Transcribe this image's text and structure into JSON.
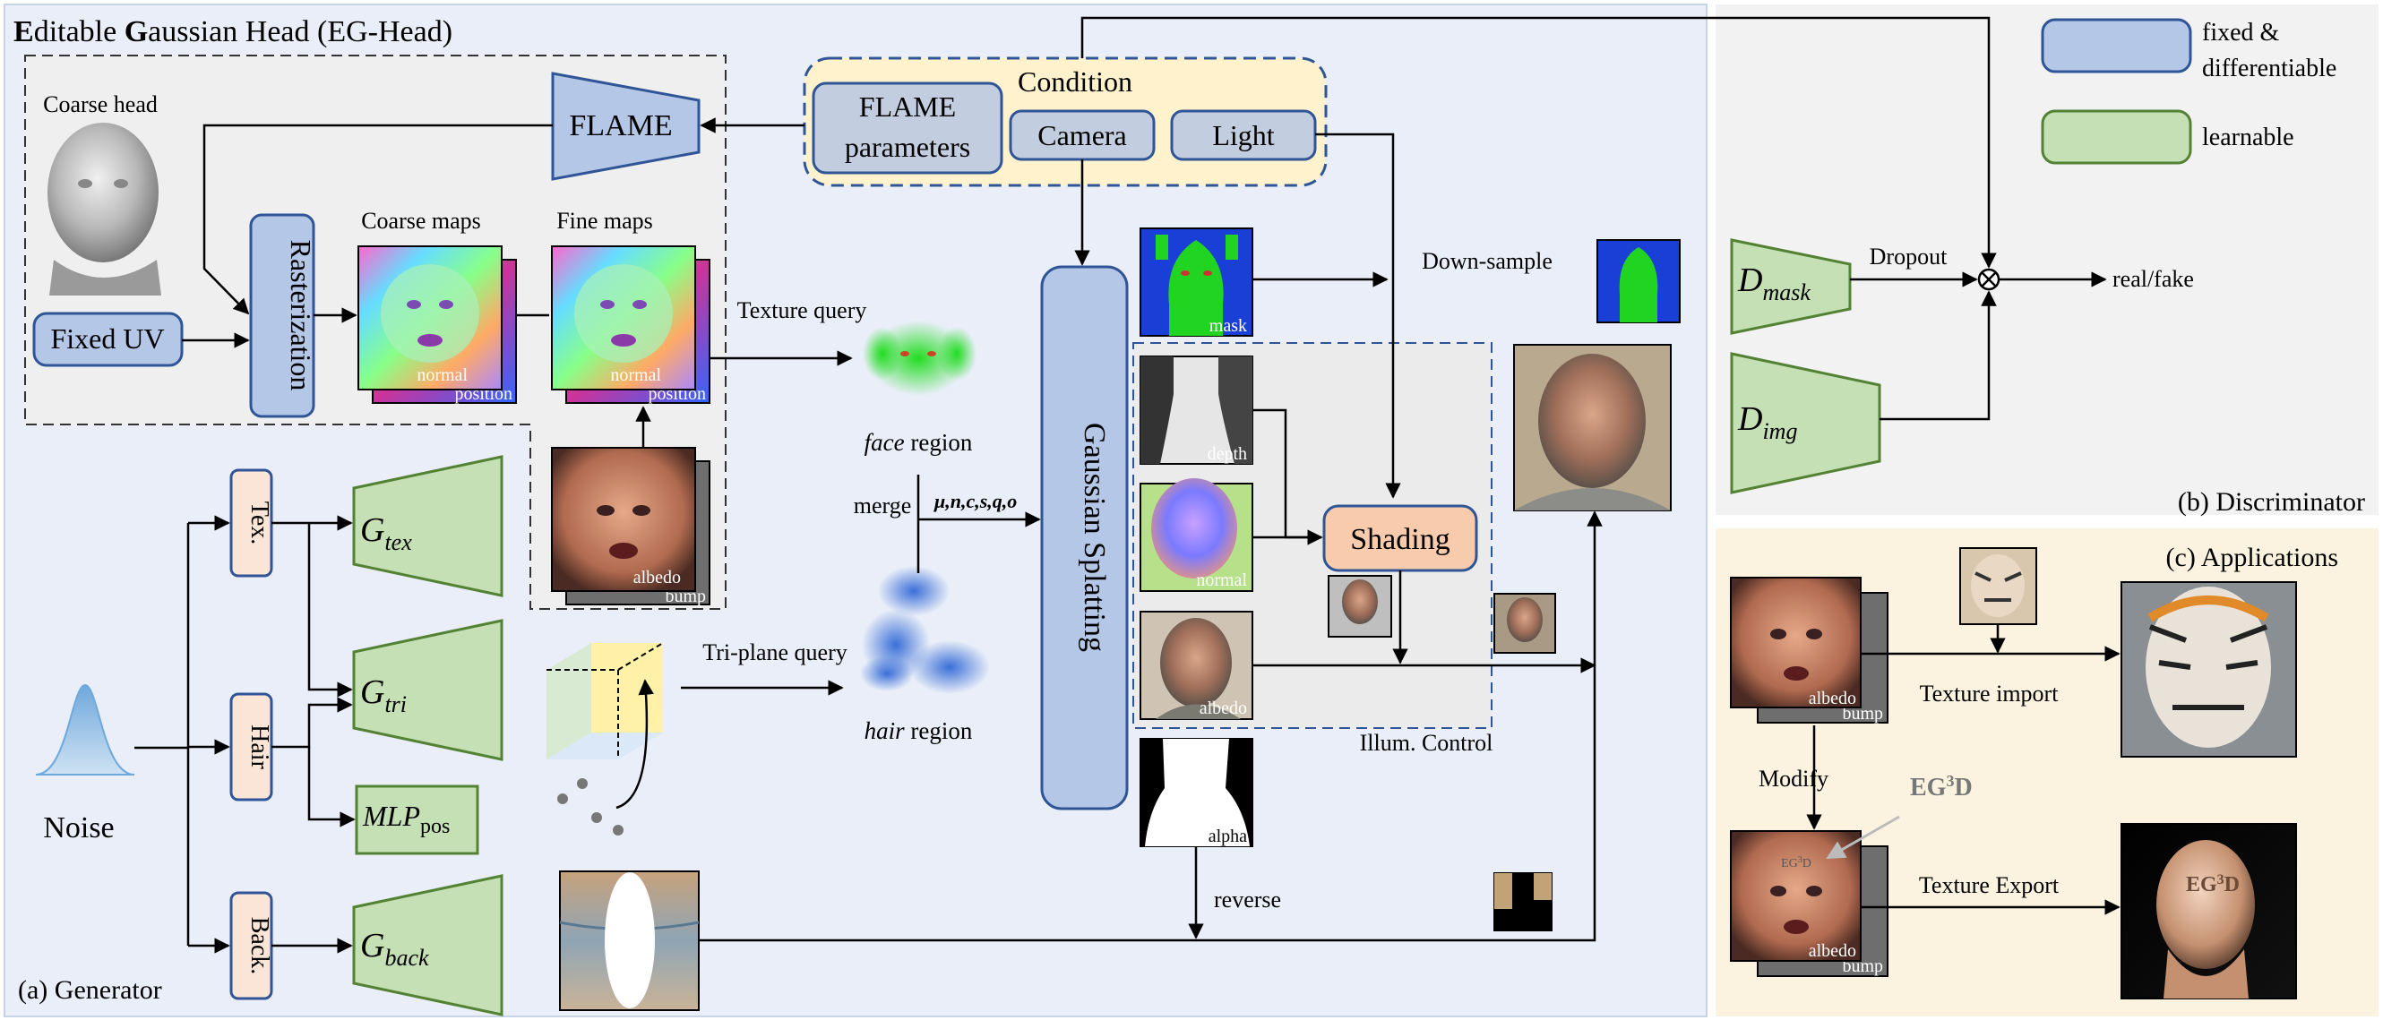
{
  "title_prefix_1": "E",
  "title_rest_1": "ditable ",
  "title_prefix_2": "G",
  "title_rest_2": "aussian Head (EG-Head)",
  "condition": {
    "title": "Condition",
    "flame_params_line1": "FLAME",
    "flame_params_line2": "parameters",
    "camera": "Camera",
    "light": "Light"
  },
  "flame": "FLAME",
  "coarse_head": "Coarse head",
  "fixed_uv": "Fixed UV",
  "rasterization": "Rasterization",
  "coarse_maps": "Coarse maps",
  "fine_maps": "Fine maps",
  "map_labels": {
    "normal": "normal",
    "position": "position",
    "albedo": "albedo",
    "bump": "bump"
  },
  "texture_query": "Texture query",
  "face_region_italic": "face",
  "face_region_rest": " region",
  "merge": "merge",
  "gaussian_attrs": "μ,n,c,s,q,o",
  "hair_region_italic": "hair",
  "hair_region_rest": " region",
  "triplane_query": "Tri-plane query",
  "gaussian_splatting": "Gaussian Splatting",
  "image_labels": {
    "mask": "mask",
    "depth": "depth",
    "normal": "normal",
    "albedo": "albedo",
    "alpha": "alpha"
  },
  "down_sample": "Down-sample",
  "shading": "Shading",
  "illum_control": "Illum. Control",
  "reverse": "reverse",
  "generator": "(a) Generator",
  "noise": "Noise",
  "branches": {
    "tex": "Tex.",
    "hair": "Hair",
    "back": "Back."
  },
  "generators": {
    "g_tex": {
      "main": "G",
      "sub": "tex"
    },
    "g_tri": {
      "main": "G",
      "sub": "tri"
    },
    "mlp_pos": {
      "main": "MLP",
      "sub": "pos"
    },
    "g_back": {
      "main": "G",
      "sub": "back"
    }
  },
  "legend": {
    "fixed_line1": "fixed &",
    "fixed_line2": "differentiable",
    "learnable": "learnable"
  },
  "discriminator": {
    "dropout": "Dropout",
    "d_mask": {
      "main": "D",
      "sub": "mask"
    },
    "d_img": {
      "main": "D",
      "sub": "img"
    },
    "real_fake": "real/fake",
    "caption": "(b) Discriminator"
  },
  "applications": {
    "caption": "(c) Applications",
    "texture_import": "Texture import",
    "modify": "Modify",
    "eg3d_prefix": "EG",
    "eg3d_sup": "3",
    "eg3d_suffix": "D",
    "texture_export": "Texture Export"
  },
  "colors": {
    "generator_bg": "#e9eef8",
    "discriminator_bg": "#f2f2f2",
    "applications_bg": "#fbf3df",
    "fixed_fill": "#b4c7e7",
    "fixed_stroke": "#2f5597",
    "learnable_fill": "#c5e0b4",
    "learnable_stroke": "#548235",
    "condition_fill": "#fff2cc",
    "branch_fill": "#fbe5d6",
    "shading_fill": "#f8cbad"
  }
}
